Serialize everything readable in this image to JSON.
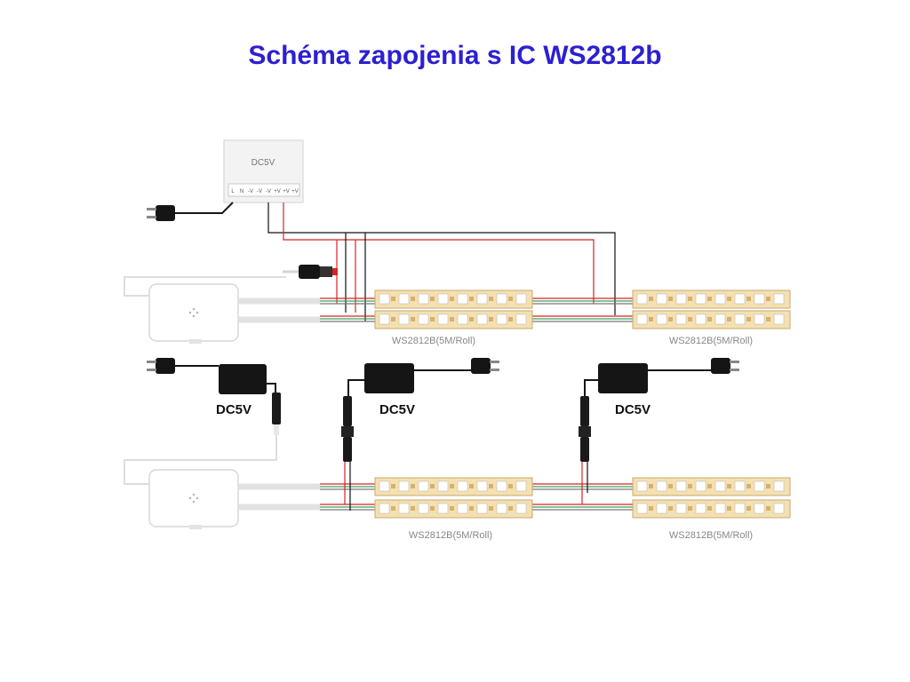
{
  "title": "Schéma zapojenia s IC WS2812b",
  "psu": {
    "label": "DC5V",
    "terminals": [
      "L",
      "N",
      "-V",
      "-V",
      "-V",
      "+V",
      "+V",
      "+V"
    ]
  },
  "adapters": [
    "DC5V",
    "DC5V",
    "DC5V"
  ],
  "strip_label": "WS2812B(5M/Roll)",
  "colors": {
    "title": "#2d20d0",
    "wire_red": "#d42424",
    "wire_black": "#111111",
    "strip": "#f2dca8"
  }
}
